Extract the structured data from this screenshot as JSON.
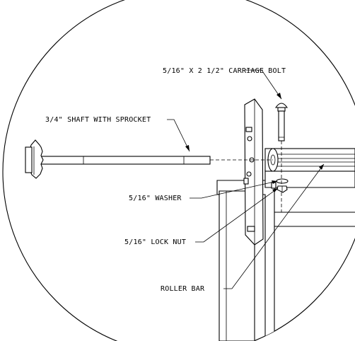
{
  "figure": {
    "labels": {
      "carriage_bolt": "5/16\" X 2 1/2\" CARRIAGE BOLT",
      "shaft": "3/4\" SHAFT WITH SPROCKET",
      "washer": "5/16\" WASHER",
      "lock_nut": "5/16\" LOCK NUT",
      "roller_bar": "ROLLER BAR"
    }
  }
}
